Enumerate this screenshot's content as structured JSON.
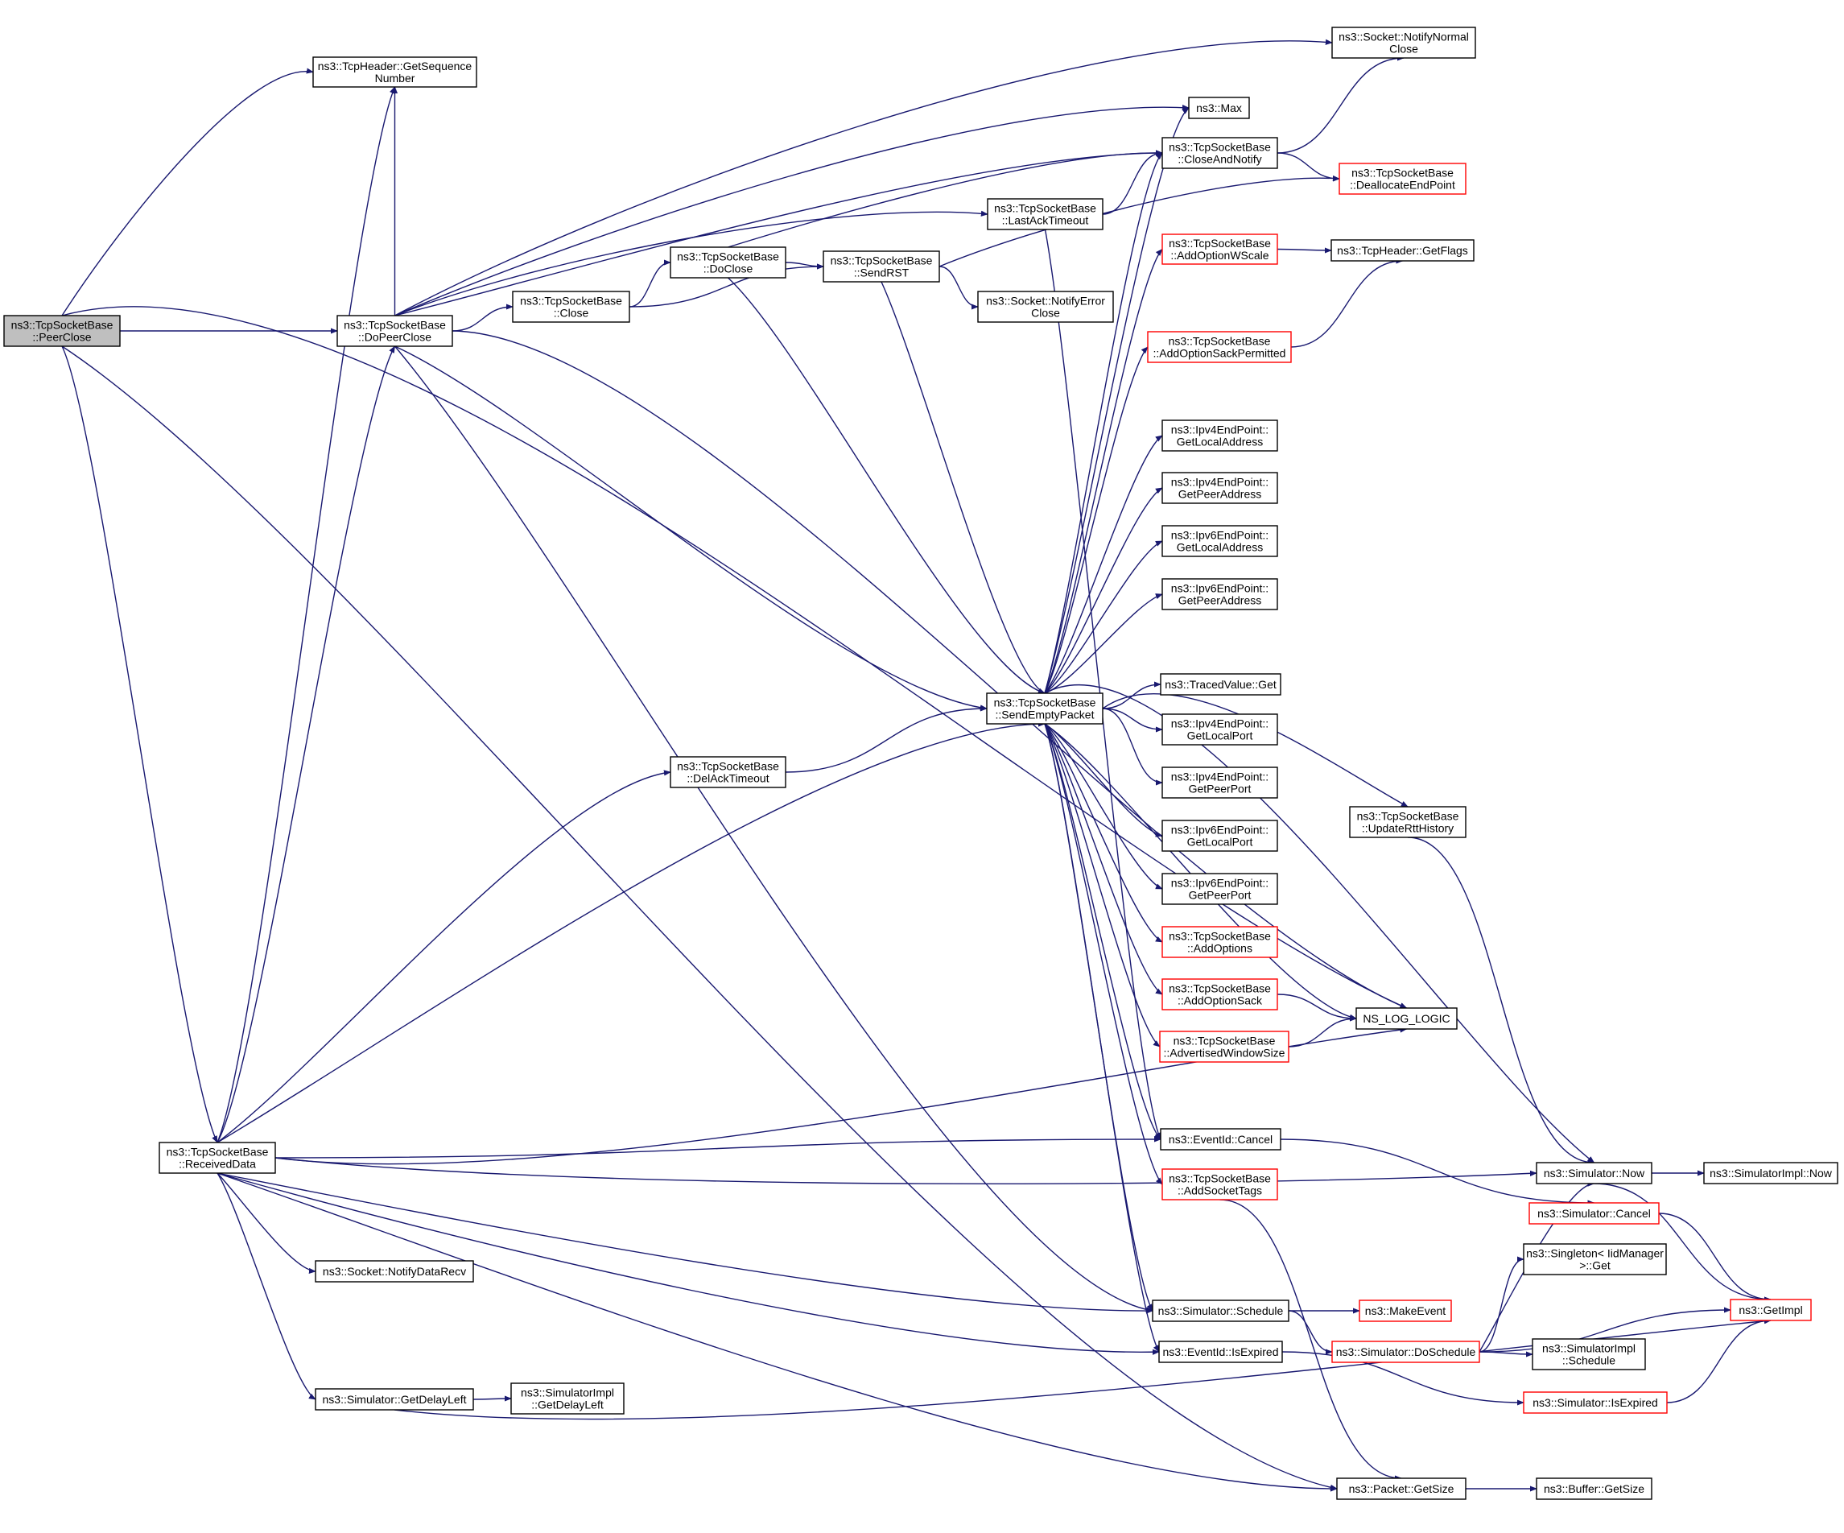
{
  "colors": {
    "edge": "#191970",
    "node_border": "#000000",
    "node_border_missing": "#ff0000",
    "root_fill": "#bfbfbf",
    "background": "#ffffff"
  },
  "nodes": [
    {
      "id": "peerclose",
      "lines": [
        "ns3::TcpSocketBase",
        "::PeerClose"
      ],
      "style": "root"
    },
    {
      "id": "getseq",
      "lines": [
        "ns3::TcpHeader::GetSequence",
        "Number"
      ],
      "style": "normal"
    },
    {
      "id": "dopeerclose",
      "lines": [
        "ns3::TcpSocketBase",
        "::DoPeerClose"
      ],
      "style": "normal"
    },
    {
      "id": "close",
      "lines": [
        "ns3::TcpSocketBase",
        "::Close"
      ],
      "style": "normal"
    },
    {
      "id": "doclose",
      "lines": [
        "ns3::TcpSocketBase",
        "::DoClose"
      ],
      "style": "normal"
    },
    {
      "id": "sendrst",
      "lines": [
        "ns3::TcpSocketBase",
        "::SendRST"
      ],
      "style": "normal"
    },
    {
      "id": "lastack",
      "lines": [
        "ns3::TcpSocketBase",
        "::LastAckTimeout"
      ],
      "style": "normal"
    },
    {
      "id": "notifyerror",
      "lines": [
        "ns3::Socket::NotifyError",
        "Close"
      ],
      "style": "normal"
    },
    {
      "id": "notifynormal",
      "lines": [
        "ns3::Socket::NotifyNormal",
        "Close"
      ],
      "style": "normal"
    },
    {
      "id": "max",
      "lines": [
        "ns3::Max"
      ],
      "style": "normal"
    },
    {
      "id": "closeandnotify",
      "lines": [
        "ns3::TcpSocketBase",
        "::CloseAndNotify"
      ],
      "style": "normal"
    },
    {
      "id": "dealloc",
      "lines": [
        "ns3::TcpSocketBase",
        "::DeallocateEndPoint"
      ],
      "style": "missing"
    },
    {
      "id": "addwscale",
      "lines": [
        "ns3::TcpSocketBase",
        "::AddOptionWScale"
      ],
      "style": "missing"
    },
    {
      "id": "getflags",
      "lines": [
        "ns3::TcpHeader::GetFlags"
      ],
      "style": "normal"
    },
    {
      "id": "addsackperm",
      "lines": [
        "ns3::TcpSocketBase",
        "::AddOptionSackPermitted"
      ],
      "style": "missing"
    },
    {
      "id": "ipv4local",
      "lines": [
        "ns3::Ipv4EndPoint::",
        "GetLocalAddress"
      ],
      "style": "normal"
    },
    {
      "id": "ipv4peer",
      "lines": [
        "ns3::Ipv4EndPoint::",
        "GetPeerAddress"
      ],
      "style": "normal"
    },
    {
      "id": "ipv6local",
      "lines": [
        "ns3::Ipv6EndPoint::",
        "GetLocalAddress"
      ],
      "style": "normal"
    },
    {
      "id": "ipv6peer",
      "lines": [
        "ns3::Ipv6EndPoint::",
        "GetPeerAddress"
      ],
      "style": "normal"
    },
    {
      "id": "sendempty",
      "lines": [
        "ns3::TcpSocketBase",
        "::SendEmptyPacket"
      ],
      "style": "normal"
    },
    {
      "id": "tracedget",
      "lines": [
        "ns3::TracedValue::Get"
      ],
      "style": "normal"
    },
    {
      "id": "ipv4lport",
      "lines": [
        "ns3::Ipv4EndPoint::",
        "GetLocalPort"
      ],
      "style": "normal"
    },
    {
      "id": "ipv4pport",
      "lines": [
        "ns3::Ipv4EndPoint::",
        "GetPeerPort"
      ],
      "style": "normal"
    },
    {
      "id": "ipv6lport",
      "lines": [
        "ns3::Ipv6EndPoint::",
        "GetLocalPort"
      ],
      "style": "normal"
    },
    {
      "id": "ipv6pport",
      "lines": [
        "ns3::Ipv6EndPoint::",
        "GetPeerPort"
      ],
      "style": "normal"
    },
    {
      "id": "delack",
      "lines": [
        "ns3::TcpSocketBase",
        "::DelAckTimeout"
      ],
      "style": "normal"
    },
    {
      "id": "updatertt",
      "lines": [
        "ns3::TcpSocketBase",
        "::UpdateRttHistory"
      ],
      "style": "normal"
    },
    {
      "id": "addoptions",
      "lines": [
        "ns3::TcpSocketBase",
        "::AddOptions"
      ],
      "style": "missing"
    },
    {
      "id": "addsack",
      "lines": [
        "ns3::TcpSocketBase",
        "::AddOptionSack"
      ],
      "style": "missing"
    },
    {
      "id": "nslog",
      "lines": [
        "NS_LOG_LOGIC"
      ],
      "style": "normal"
    },
    {
      "id": "advwin",
      "lines": [
        "ns3::TcpSocketBase",
        "::AdvertisedWindowSize"
      ],
      "style": "missing"
    },
    {
      "id": "receiveddata",
      "lines": [
        "ns3::TcpSocketBase",
        "::ReceivedData"
      ],
      "style": "normal"
    },
    {
      "id": "evcancel",
      "lines": [
        "ns3::EventId::Cancel"
      ],
      "style": "normal"
    },
    {
      "id": "simnow",
      "lines": [
        "ns3::Simulator::Now"
      ],
      "style": "normal"
    },
    {
      "id": "simimplnow",
      "lines": [
        "ns3::SimulatorImpl::Now"
      ],
      "style": "normal"
    },
    {
      "id": "addsockettags",
      "lines": [
        "ns3::TcpSocketBase",
        "::AddSocketTags"
      ],
      "style": "missing"
    },
    {
      "id": "simcancel",
      "lines": [
        "ns3::Simulator::Cancel"
      ],
      "style": "missing"
    },
    {
      "id": "notifydatarecv",
      "lines": [
        "ns3::Socket::NotifyDataRecv"
      ],
      "style": "normal"
    },
    {
      "id": "singleton",
      "lines": [
        "ns3::Singleton< IidManager",
        ">::Get"
      ],
      "style": "normal"
    },
    {
      "id": "simschedule",
      "lines": [
        "ns3::Simulator::Schedule"
      ],
      "style": "normal"
    },
    {
      "id": "makeevent",
      "lines": [
        "ns3::MakeEvent"
      ],
      "style": "missing"
    },
    {
      "id": "getimpl",
      "lines": [
        "ns3::GetImpl"
      ],
      "style": "missing"
    },
    {
      "id": "doschedule",
      "lines": [
        "ns3::Simulator::DoSchedule"
      ],
      "style": "missing"
    },
    {
      "id": "implschedule",
      "lines": [
        "ns3::SimulatorImpl",
        "::Schedule"
      ],
      "style": "normal"
    },
    {
      "id": "isexpired",
      "lines": [
        "ns3::EventId::IsExpired"
      ],
      "style": "normal"
    },
    {
      "id": "getdelayleft",
      "lines": [
        "ns3::Simulator::GetDelayLeft"
      ],
      "style": "normal"
    },
    {
      "id": "implgetdelay",
      "lines": [
        "ns3::SimulatorImpl",
        "::GetDelayLeft"
      ],
      "style": "normal"
    },
    {
      "id": "simisexpired",
      "lines": [
        "ns3::Simulator::IsExpired"
      ],
      "style": "missing"
    },
    {
      "id": "pktgetsize",
      "lines": [
        "ns3::Packet::GetSize"
      ],
      "style": "normal"
    },
    {
      "id": "bufgetsize",
      "lines": [
        "ns3::Buffer::GetSize"
      ],
      "style": "normal"
    }
  ]
}
